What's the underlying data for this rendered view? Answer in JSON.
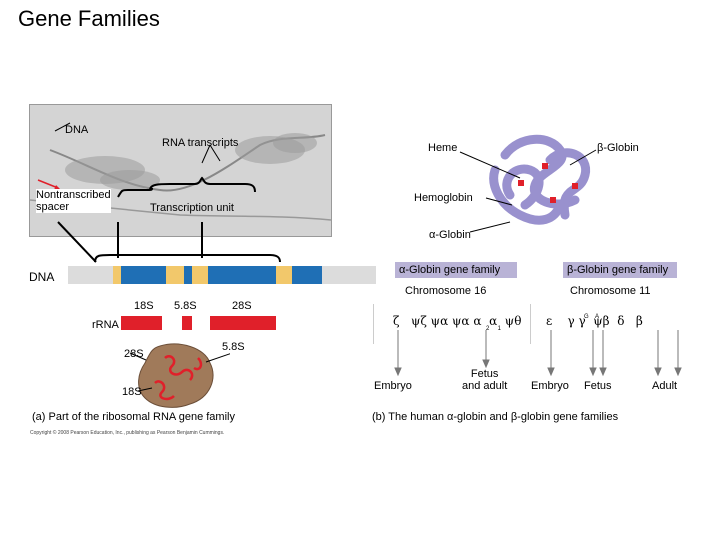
{
  "title": "Gene Families",
  "panel_a": {
    "micrograph_labels": {
      "dna": "DNA",
      "rna_transcripts": "RNA transcripts",
      "nontranscribed_spacer": "Nontranscribed\nspacer",
      "transcription_unit": "Transcription unit"
    },
    "dna_label": "DNA",
    "rrna_label": "rRNA",
    "segments": {
      "s18": "18S",
      "s58": "5.8S",
      "s28": "28S"
    },
    "ribosome_labels": {
      "s28": "28S",
      "s58": "5.8S",
      "s18": "18S"
    },
    "caption": "(a) Part of the ribosomal RNA gene family",
    "copyright": "Copyright © 2008 Pearson Education, Inc., publishing as Pearson Benjamin Cummings."
  },
  "panel_b": {
    "protein_labels": {
      "heme": "Heme",
      "beta_globin": "β-Globin",
      "hemoglobin": "Hemoglobin",
      "alpha_globin": "α-Globin"
    },
    "alpha_family": {
      "band": "α-Globin gene family",
      "chromosome": "Chromosome 16",
      "genes": "ζ   ψζ ψα ψα α  α  ψθ",
      "subscripts": "2     1",
      "stages": {
        "embryo": "Embryo",
        "fetus_adult": "Fetus\nand adult"
      }
    },
    "beta_family": {
      "band": "β-Globin gene family",
      "chromosome": "Chromosome 11",
      "genes": "ε    γ γ  ψβ  δ   β",
      "superscripts": "G    A",
      "stages": {
        "embryo": "Embryo",
        "fetus": "Fetus",
        "adult": "Adult"
      }
    },
    "caption": "(b) The human α-globin and β-globin gene families"
  },
  "colors": {
    "dna_blue": "#1f6fb5",
    "spacer_tan": "#f2c86b",
    "rrna_red": "#e0202a",
    "band_purple": "#b9b3d6",
    "ribosome_brown": "#a07a5a",
    "globin_purple": "#8f86c9"
  }
}
